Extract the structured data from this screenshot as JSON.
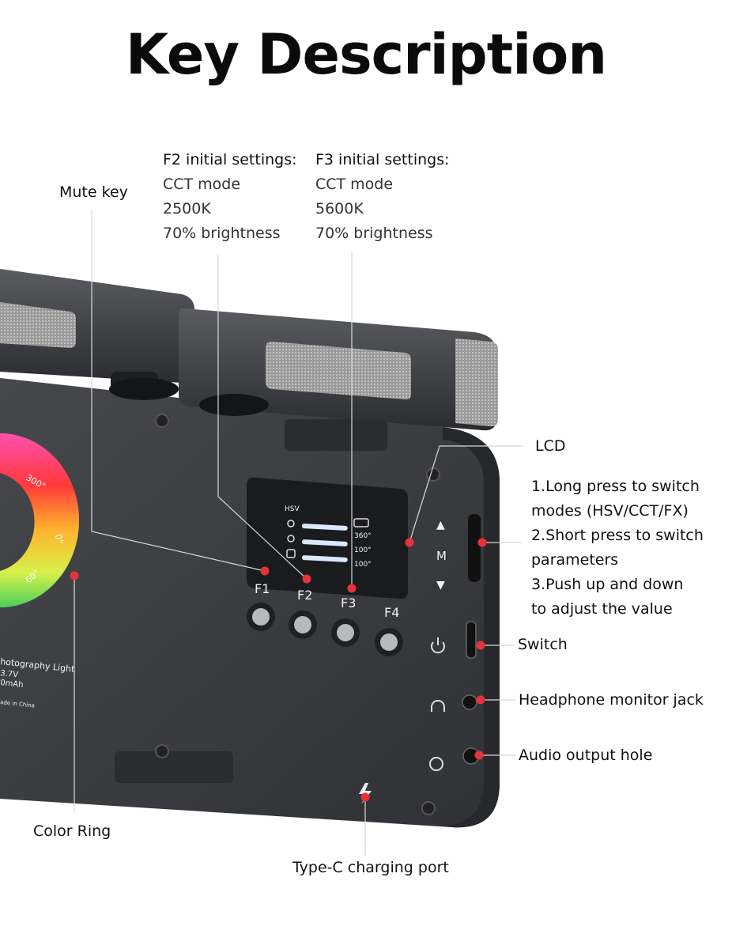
{
  "title": "Key Description",
  "settings": {
    "f2": {
      "heading": "F2 initial settings:",
      "mode": "CCT mode",
      "temp": "2500K",
      "brightness": "70% brightness"
    },
    "f3": {
      "heading": "F3 initial settings:",
      "mode": "CCT mode",
      "temp": "5600K",
      "brightness": "70% brightness"
    }
  },
  "labels": {
    "mute_key": "Mute key",
    "lcd": "LCD",
    "switch": "Switch",
    "headphone": "Headphone monitor jack",
    "audio": "Audio output hole",
    "color_ring": "Color Ring",
    "typec": "Type-C charging port"
  },
  "dial_desc": [
    "1.Long press to switch",
    "modes (HSV/CCT/FX)",
    "2.Short press to switch",
    "parameters",
    "3.Push up and down",
    "to adjust the value"
  ],
  "device": {
    "buttons": [
      "F1",
      "F2",
      "F3",
      "F4"
    ],
    "screen_mode": "HSV",
    "screen_values": [
      "360°",
      "100°",
      "100°"
    ],
    "ring_labels": [
      "300°",
      "0°",
      "60°"
    ],
    "side_marks": [
      "▲",
      "M",
      "▼"
    ],
    "body_text": [
      "hotography Light",
      "3.7V",
      "0mAh",
      "ade in China"
    ]
  },
  "colors": {
    "accent": "#e8323a",
    "body": "#3a3c40",
    "leader": "#c9c9c9"
  }
}
